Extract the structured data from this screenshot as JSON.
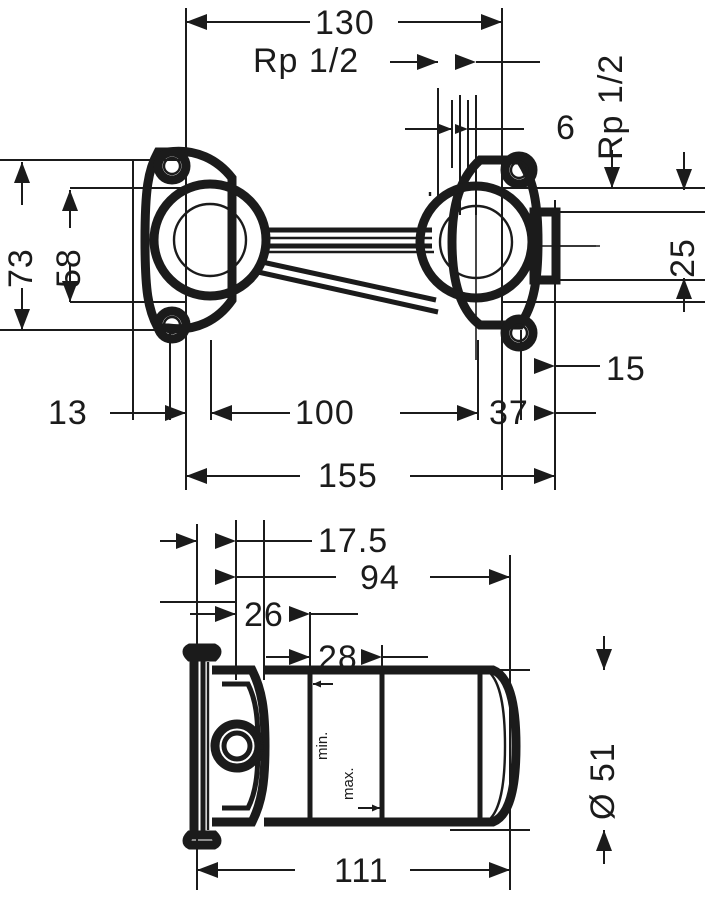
{
  "drawing": {
    "title": "Concealed wall valve body technical dimension drawing",
    "units": "mm",
    "line_color": "#1b1b1b",
    "background": "#ffffff",
    "views": [
      {
        "name": "front-view",
        "label": ""
      },
      {
        "name": "side-view",
        "label": ""
      }
    ]
  },
  "dimensions": {
    "front": {
      "overall_top": "130",
      "thread_left": "Rp 1/2",
      "thread_right": "Rp 1/2",
      "gap": "6",
      "height_outer": "73",
      "height_inner": "58",
      "right_vertical": "25",
      "offset_left": "13",
      "hole_spacing": "100",
      "offset_right": "37",
      "edge_right": "15",
      "overall_bottom": "155"
    },
    "side": {
      "depth_a": "17.5",
      "depth_b": "94",
      "depth_c": "26",
      "depth_d": "28",
      "diameter": "Ø 51",
      "overall": "111",
      "min_label": "min.",
      "max_label": "max."
    }
  }
}
